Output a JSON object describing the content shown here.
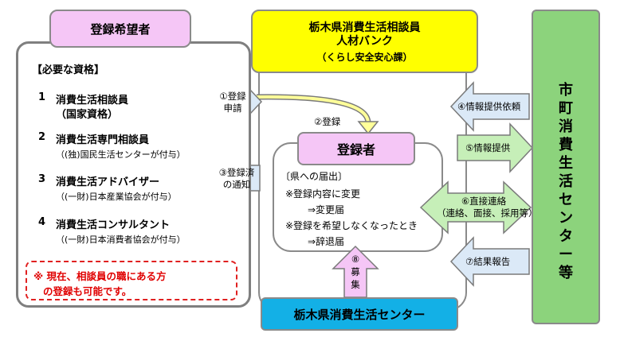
{
  "applicant": {
    "title": "登録希望者",
    "requirements_title": "【必要な資格】",
    "qualifications": [
      {
        "num": "1",
        "name": "消費生活相談員",
        "detail": "（国家資格）"
      },
      {
        "num": "2",
        "name": "消費生活専門相談員",
        "detail": "（(独)国民生活センターが付与）"
      },
      {
        "num": "3",
        "name": "消費生活アドバイザー",
        "detail": "（(一財)日本産業協会が付与）"
      },
      {
        "num": "4",
        "name": "消費生活コンサルタント",
        "detail": "（(一財)日本消費者協会が付与）"
      }
    ],
    "note_line1": "※ 現在、相談員の職にある方",
    "note_line2": "の登録も可能です。"
  },
  "bank": {
    "line1": "栃木県消費生活相談員",
    "line2": "人材バンク",
    "line3": "（くらし安全安心課）"
  },
  "city": {
    "label": "市町消費生活センター等"
  },
  "registrant": {
    "title": "登録者",
    "notice_title": "〔県への届出〕",
    "line1": "※登録内容に変更",
    "line2": "⇒変更届",
    "line3": "※登録を希望しなくなったとき",
    "line4": "⇒辞退届"
  },
  "prefecture_center": {
    "label": "栃木県消費生活センター"
  },
  "arrows": {
    "a1_line1": "①登録",
    "a1_line2": "申請",
    "a2": "②登録",
    "a3_line1": "③登録済",
    "a3_line2": "の通知",
    "a4": "④情報提供依頼",
    "a5": "⑤情報提供",
    "a6_line1": "⑥直接連絡",
    "a6_line2": "（連絡、面接、採用等）",
    "a7": "⑦結果報告",
    "a8_num": "⑧",
    "a8_c1": "募",
    "a8_c2": "集"
  },
  "colors": {
    "pink": "#f5c6f6",
    "yellow": "#ffff00",
    "green": "#8cd37c",
    "blue": "#13b0e6",
    "arrow_blue": "#dbe9f7",
    "arrow_green": "#c6efb8",
    "note_red": "#e00000"
  }
}
